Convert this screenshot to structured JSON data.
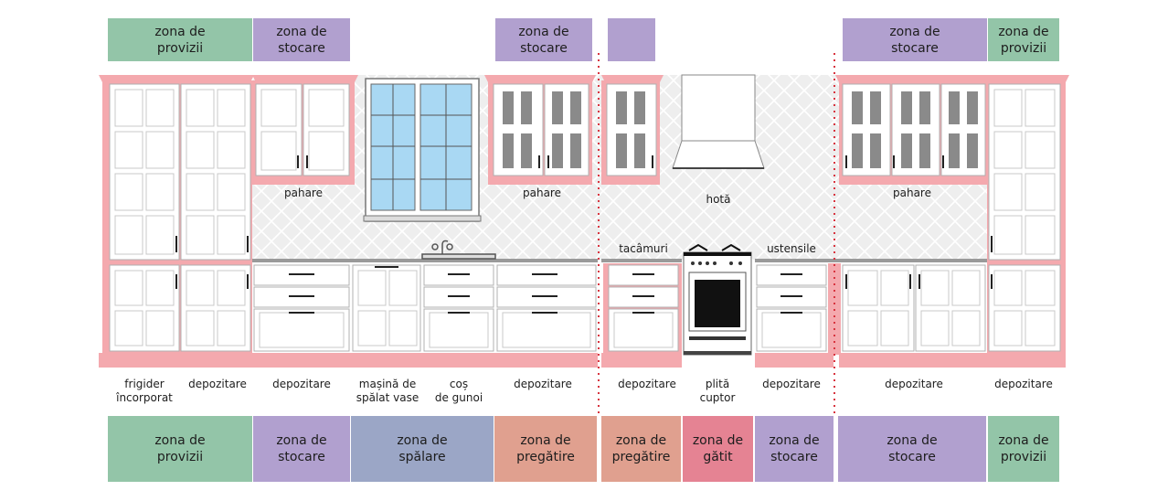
{
  "colors": {
    "provizii": "#93c5a8",
    "stocare": "#b1a0cf",
    "spalare": "#9ba6c6",
    "pregatire": "#e0a08f",
    "gatit": "#e58393",
    "cabinet_pink": "#f4a9ae",
    "glass": "#a9d8f3"
  },
  "top_zones": [
    {
      "label": "zona de\nprovizii",
      "color": "#93c5a8"
    },
    {
      "label": "zona de\nstocare",
      "color": "#b1a0cf"
    },
    {
      "label": "zona de\nstocare",
      "color": "#b1a0cf"
    },
    {
      "label": "",
      "color": "#b1a0cf"
    },
    {
      "label": "zona de\nstocare",
      "color": "#b1a0cf"
    },
    {
      "label": "zona de\nprovizii",
      "color": "#93c5a8"
    }
  ],
  "wall_labels": [
    "pahare",
    "pahare",
    "hotă",
    "pahare",
    "tacâmuri",
    "ustensile"
  ],
  "item_labels": [
    "frigider\nîncorporat",
    "depozitare",
    "depozitare",
    "mașină de\nspălat vase",
    "coș\nde gunoi",
    "depozitare",
    "depozitare",
    "plită\ncuptor",
    "depozitare",
    "depozitare",
    "depozitare"
  ],
  "bottom_zones": [
    {
      "label": "zona de\nprovizii",
      "color": "#93c5a8"
    },
    {
      "label": "zona de\nstocare",
      "color": "#b1a0cf"
    },
    {
      "label": "zona de\nspălare",
      "color": "#9ba6c6"
    },
    {
      "label": "zona de\npregătire",
      "color": "#e0a08f"
    },
    {
      "label": "zona de\npregătire",
      "color": "#e0a08f"
    },
    {
      "label": "zona de\ngătit",
      "color": "#e58393"
    },
    {
      "label": "zona de\nstocare",
      "color": "#b1a0cf"
    },
    {
      "label": "zona de\nstocare",
      "color": "#b1a0cf"
    },
    {
      "label": "zona de\nprovizii",
      "color": "#93c5a8"
    }
  ]
}
